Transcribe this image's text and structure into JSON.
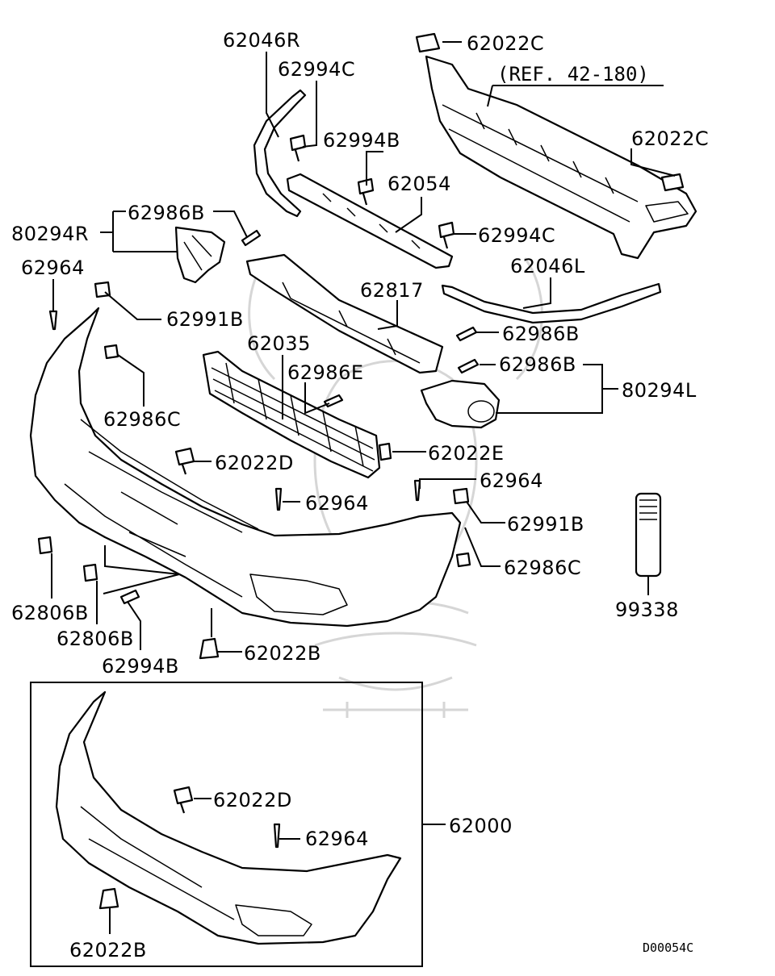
{
  "reference_note": "(REF. 42-180)",
  "diagram_code": "D00054C",
  "labels": {
    "p62046R": "62046R",
    "p62994C_a": "62994C",
    "p62994B_a": "62994B",
    "p62054": "62054",
    "p62022C_a": "62022C",
    "p62022C_b": "62022C",
    "p62986B_a": "62986B",
    "p80294R": "80294R",
    "p62994C_b": "62994C",
    "p62964_a": "62964",
    "p62991B_a": "62991B",
    "p62046L": "62046L",
    "p62817": "62817",
    "p62035": "62035",
    "p62986E": "62986E",
    "p62986B_b": "62986B",
    "p62986B_c": "62986B",
    "p80294L": "80294L",
    "p62986C_a": "62986C",
    "p62022E": "62022E",
    "p62022D_a": "62022D",
    "p62964_b": "62964",
    "p62964_c": "62964",
    "p62991B_b": "62991B",
    "p62986C_b": "62986C",
    "p99338": "99338",
    "p62806B_a": "62806B",
    "p62806B_b": "62806B",
    "p62994B_b": "62994B",
    "p62022B_a": "62022B",
    "p62000": "62000",
    "p62022D_b": "62022D",
    "p62964_d": "62964",
    "p62022B_b": "62022B"
  }
}
